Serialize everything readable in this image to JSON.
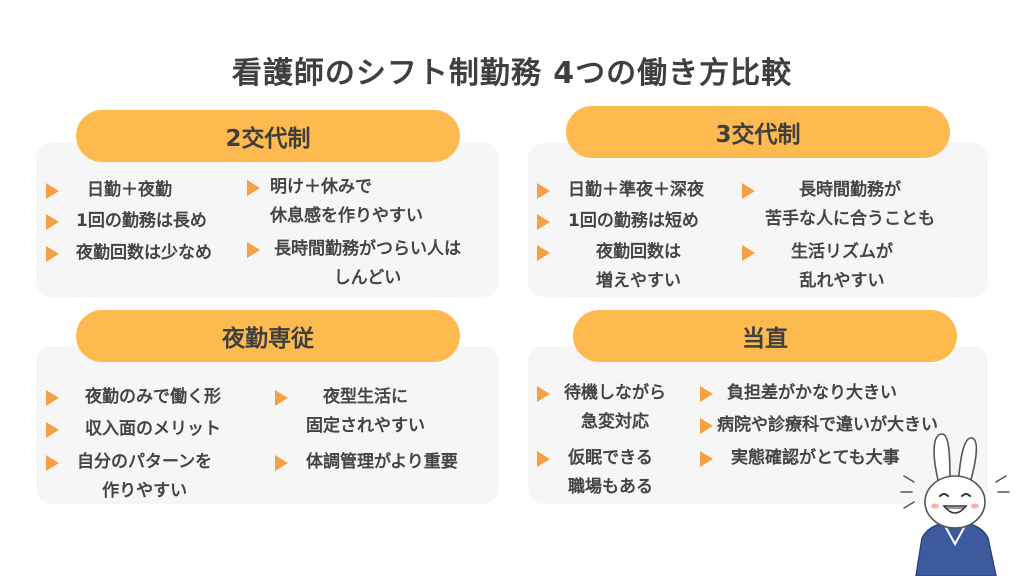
{
  "title": "看護師のシフト制勤務 4つの働き方比較",
  "accent_color": "#fdbb4f",
  "arrow_color": "#f7a043",
  "panels": {
    "two_shift": {
      "label": "2交代制",
      "items": [
        "日勤＋夜勤",
        "1回の勤務は長め",
        "夜勤回数は少なめ",
        "明け＋休みで\n休息感を作りやすい",
        "長時間勤務がつらい人は\nしんどい"
      ]
    },
    "three_shift": {
      "label": "3交代制",
      "items": [
        "日勤＋準夜＋深夜",
        "1回の勤務は短め",
        "夜勤回数は\n増えやすい",
        "長時間勤務が\n苦手な人に合うことも",
        "生活リズムが\n乱れやすい"
      ]
    },
    "night_only": {
      "label": "夜勤専従",
      "items": [
        "夜勤のみで働く形",
        "収入面のメリット",
        "自分のパターンを\n作りやすい",
        "夜型生活に\n固定されやすい",
        "体調管理がより重要"
      ]
    },
    "on_call": {
      "label": "当直",
      "items": [
        "待機しながら\n急変対応",
        "仮眠できる\n職場もある",
        "負担差がかなり大きい",
        "病院や診療科で違いが大きい",
        "実態確認がとても大事"
      ]
    }
  }
}
